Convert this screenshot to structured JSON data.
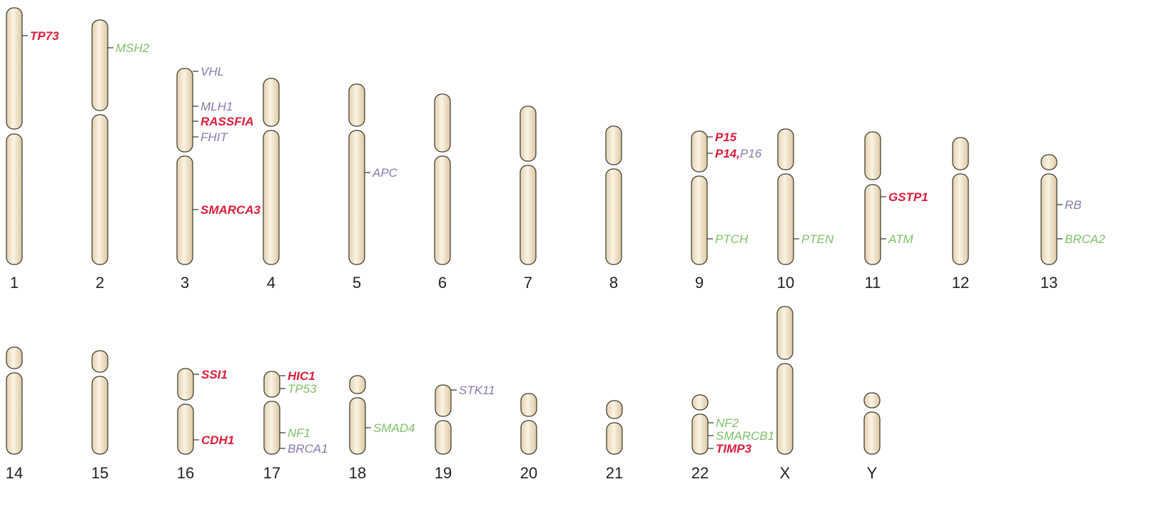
{
  "colors": {
    "hypermethylated_red": "#d81e3c",
    "green": "#7fbf6a",
    "purple": "#8c78ac",
    "chromosome_fill": "#f2e4cc",
    "chromosome_outline": "#3a3526"
  },
  "chromosomes": [
    {
      "name": "1",
      "genes": [
        {
          "label": "TP73",
          "color": "red"
        }
      ]
    },
    {
      "name": "2",
      "genes": [
        {
          "label": "MSH2",
          "color": "green"
        }
      ]
    },
    {
      "name": "3",
      "genes": [
        {
          "label": "VHL",
          "color": "purple"
        },
        {
          "label": "MLH1",
          "color": "purple"
        },
        {
          "label": "RASSFIA",
          "color": "red"
        },
        {
          "label": "FHIT",
          "color": "purple"
        },
        {
          "label": "SMARCA3",
          "color": "red"
        }
      ]
    },
    {
      "name": "4",
      "genes": []
    },
    {
      "name": "5",
      "genes": [
        {
          "label": "APC",
          "color": "purple"
        }
      ]
    },
    {
      "name": "6",
      "genes": []
    },
    {
      "name": "7",
      "genes": []
    },
    {
      "name": "8",
      "genes": []
    },
    {
      "name": "9",
      "genes": [
        {
          "label": "P15",
          "color": "red"
        },
        {
          "label": "P14",
          "color": "red",
          "suffix": ",",
          "extra": {
            "label": "P16",
            "color": "purple"
          }
        },
        {
          "label": "PTCH",
          "color": "green"
        }
      ]
    },
    {
      "name": "10",
      "genes": [
        {
          "label": "PTEN",
          "color": "green"
        }
      ]
    },
    {
      "name": "11",
      "genes": [
        {
          "label": "GSTP1",
          "color": "red"
        },
        {
          "label": "ATM",
          "color": "green"
        }
      ]
    },
    {
      "name": "12",
      "genes": []
    },
    {
      "name": "13",
      "genes": [
        {
          "label": "RB",
          "color": "purple"
        },
        {
          "label": "BRCA2",
          "color": "green"
        }
      ]
    },
    {
      "name": "14",
      "genes": []
    },
    {
      "name": "15",
      "genes": []
    },
    {
      "name": "16",
      "genes": [
        {
          "label": "SSI1",
          "color": "red"
        },
        {
          "label": "CDH1",
          "color": "red"
        }
      ]
    },
    {
      "name": "17",
      "genes": [
        {
          "label": "HIC1",
          "color": "red"
        },
        {
          "label": "TP53",
          "color": "green"
        },
        {
          "label": "NF1",
          "color": "green"
        },
        {
          "label": "BRCA1",
          "color": "purple"
        }
      ]
    },
    {
      "name": "18",
      "genes": [
        {
          "label": "SMAD4",
          "color": "green"
        }
      ]
    },
    {
      "name": "19",
      "genes": [
        {
          "label": "STK11",
          "color": "purple"
        }
      ]
    },
    {
      "name": "20",
      "genes": []
    },
    {
      "name": "21",
      "genes": []
    },
    {
      "name": "22",
      "genes": [
        {
          "label": "NF2",
          "color": "green"
        },
        {
          "label": "SMARCB1",
          "color": "green"
        },
        {
          "label": "TIMP3",
          "color": "red"
        }
      ]
    },
    {
      "name": "X",
      "genes": []
    },
    {
      "name": "Y",
      "genes": []
    }
  ]
}
